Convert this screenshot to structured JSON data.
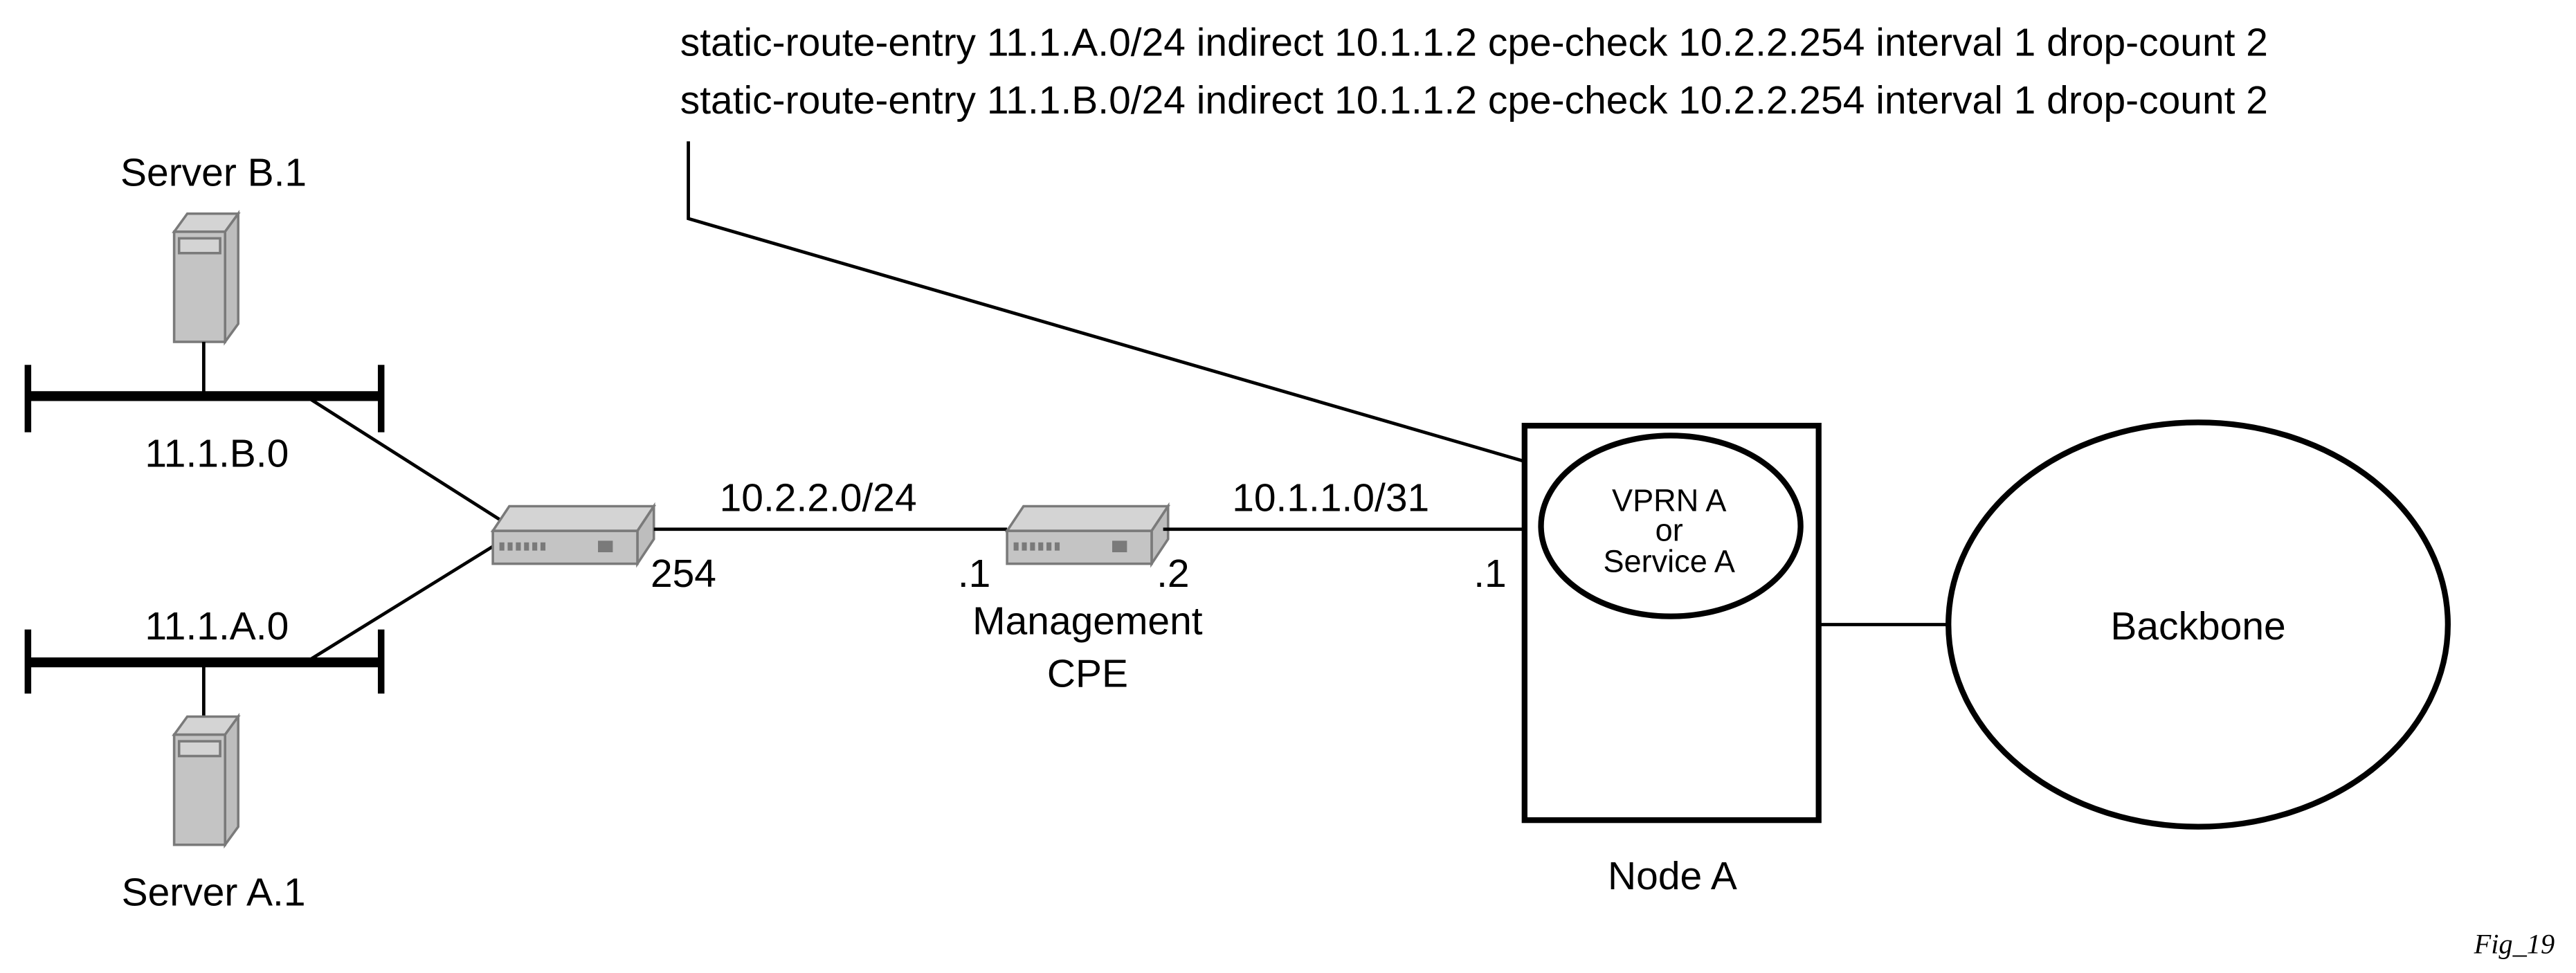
{
  "diagram": {
    "commands": [
      "static-route-entry 11.1.A.0/24 indirect 10.1.1.2 cpe-check 10.2.2.254 interval 1 drop-count 2",
      "static-route-entry 11.1.B.0/24 indirect 10.1.1.2 cpe-check 10.2.2.254 interval 1 drop-count 2"
    ],
    "servers": {
      "b": {
        "label": "Server B.1",
        "icon": "server-icon"
      },
      "a": {
        "label": "Server A.1",
        "icon": "server-icon"
      }
    },
    "lans": {
      "b": {
        "label": "11.1.B.0"
      },
      "a": {
        "label": "11.1.A.0"
      }
    },
    "routers": {
      "customer": {
        "icon": "router-icon",
        "port_label": "254"
      },
      "mgmt_cpe": {
        "icon": "router-icon",
        "label_line1": "Management",
        "label_line2": "CPE",
        "left_port": ".1",
        "right_port": ".2"
      }
    },
    "links": {
      "lan_to_cpe": {
        "subnet": "10.2.2.0/24"
      },
      "cpe_to_node": {
        "subnet": "10.1.1.0/31",
        "node_port": ".1"
      }
    },
    "node": {
      "label": "Node A",
      "service_line1": "VPRN A",
      "service_line2": "or",
      "service_line3": "Service A"
    },
    "backbone": {
      "label": "Backbone"
    },
    "figure_id": "Fig_19"
  }
}
